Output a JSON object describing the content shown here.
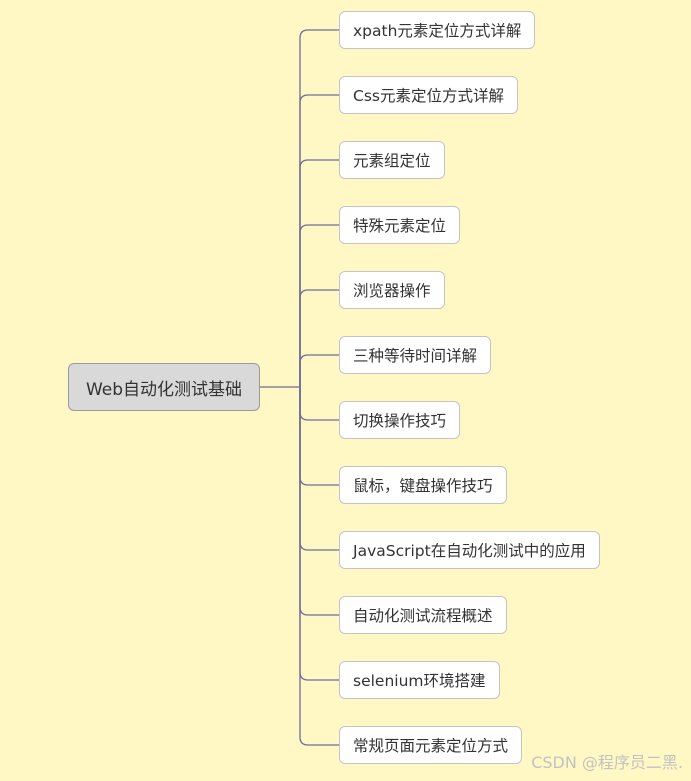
{
  "mindmap": {
    "root_label": "Web自动化测试基础",
    "children": [
      "xpath元素定位方式详解",
      "Css元素定位方式详解",
      "元素组定位",
      "特殊元素定位",
      "浏览器操作",
      "三种等待时间详解",
      "切换操作技巧",
      "鼠标，键盘操作技巧",
      "JavaScript在自动化测试中的应用",
      "自动化测试流程概述",
      "selenium环境搭建",
      "常规页面元素定位方式"
    ]
  },
  "watermark": "CSDN @程序员二黑.",
  "colors": {
    "background": "#fff8c4",
    "root_fill": "#d9d9d9",
    "child_fill": "#ffffff",
    "connector": "#6e6e96"
  }
}
